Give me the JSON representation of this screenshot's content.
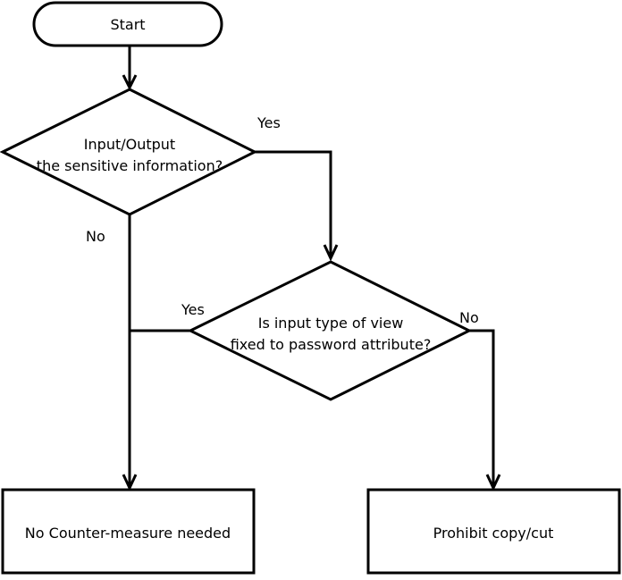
{
  "flowchart": {
    "start": "Start",
    "decision1": {
      "line1": "Input/Output",
      "line2": "the sensitive information?"
    },
    "decision2": {
      "line1": "Is input type of view",
      "line2": "fixed to password attribute?"
    },
    "box_no_countermeasure": "No Counter-measure needed",
    "box_prohibit": "Prohibit copy/cut",
    "labels": {
      "d1_yes": "Yes",
      "d1_no": "No",
      "d2_yes": "Yes",
      "d2_no": "No"
    }
  }
}
